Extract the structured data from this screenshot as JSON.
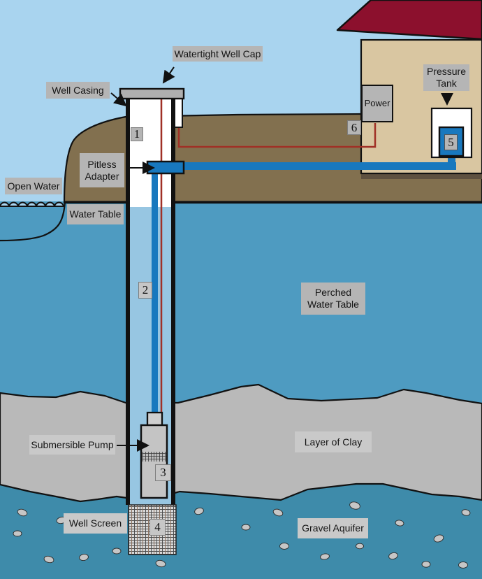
{
  "labels": {
    "watertight_well_cap": "Watertight Well Cap",
    "well_casing": "Well Casing",
    "pitless_adapter": "Pitless Adapter",
    "open_water": "Open Water",
    "water_table": "Water Table",
    "perched_water_table": "Perched Water Table",
    "power": "Power",
    "pressure_tank": "Pressure Tank",
    "submersible_pump": "Submersible Pump",
    "layer_of_clay": "Layer of Clay",
    "well_screen": "Well Screen",
    "gravel_aquifer": "Gravel Aquifer"
  },
  "markers": {
    "m1": "1",
    "m2": "2",
    "m3": "3",
    "m4": "4",
    "m5": "5",
    "m6": "6"
  },
  "colors": {
    "sky": "#A9D4EF",
    "groundwater": "#4E9BC1",
    "aquifer": "#3E8BAA",
    "hill": "#82704F",
    "clay": "#B9B9B9",
    "casing_water": "#97C6E2",
    "pipe_blue": "#1878BE",
    "wire_red": "#A03026",
    "roof_red": "#8C102D",
    "wall_tan": "#D9C6A1",
    "well_cap_gray": "#AFAFAF",
    "pump_gray": "#C4C4C4",
    "label_gray": "#B5B5B5",
    "label_light_gray": "#C9C9C9"
  }
}
